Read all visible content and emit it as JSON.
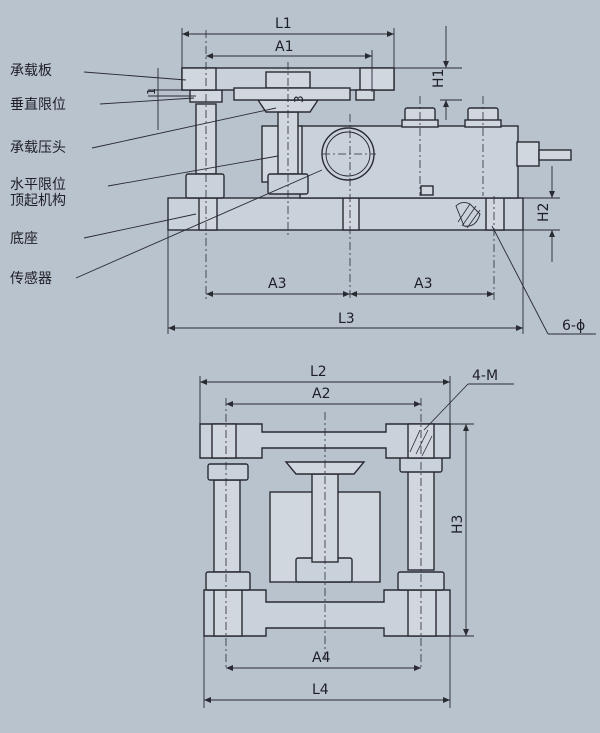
{
  "labels": {
    "bearing_plate": "承载板",
    "vertical_limit": "垂直限位",
    "load_head": "承载压头",
    "horizontal_limit": "水平限位",
    "jack_mechanism": "顶起机构",
    "base": "底座",
    "sensor": "传感器"
  },
  "dimensions": {
    "L1": "L1",
    "A1": "A1",
    "H1": "H1",
    "H2": "H2",
    "A3_left": "A3",
    "A3_right": "A3",
    "L3": "L3",
    "small_1": "1",
    "small_3": "3",
    "holes_6": "6-ϕ",
    "L2": "L2",
    "A2": "A2",
    "M4": "4-M",
    "H3": "H3",
    "A4": "A4",
    "L4": "L4"
  },
  "colors": {
    "background": "#b9c3ce",
    "line": "#2a2a33",
    "fill": "#c9d1da"
  }
}
